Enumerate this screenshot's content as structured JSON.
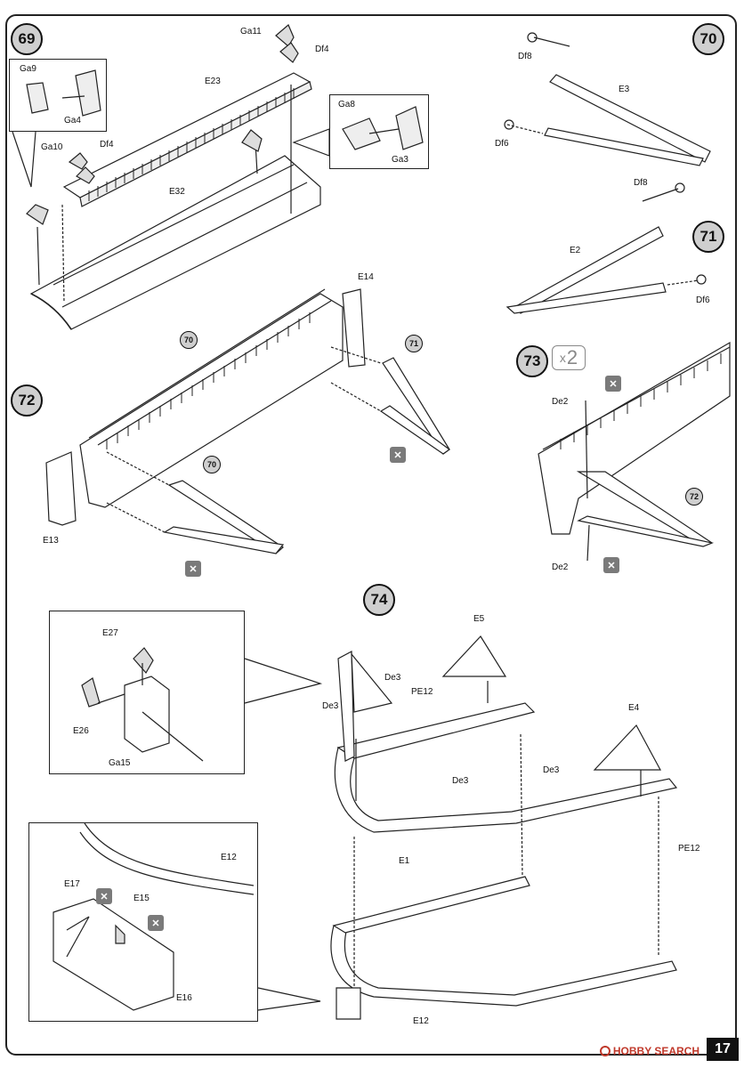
{
  "steps": {
    "s69": "69",
    "s70": "70",
    "s71": "71",
    "s72": "72",
    "s73": "73",
    "s74": "74",
    "multiplier": "2",
    "multiplier_sign": "x"
  },
  "refs": {
    "r70a": "70",
    "r71": "71",
    "r70b": "70",
    "r72": "72"
  },
  "parts": {
    "Ga11": "Ga11",
    "Df4_top": "Df4",
    "Ga9": "Ga9",
    "Ga4": "Ga4",
    "E23": "E23",
    "Ga8": "Ga8",
    "Ga3": "Ga3",
    "Ga10": "Ga10",
    "Df4_left": "Df4",
    "E32": "E32",
    "Df8_a": "Df8",
    "E3": "E3",
    "Df6_a": "Df6",
    "Df8_b": "Df8",
    "E2": "E2",
    "Df6_b": "Df6",
    "E14": "E14",
    "E13": "E13",
    "De2_a": "De2",
    "De2_b": "De2",
    "E27": "E27",
    "E26": "E26",
    "Ga15": "Ga15",
    "E5": "E5",
    "De3_a": "De3",
    "PE12_a": "PE12",
    "De3_b": "De3",
    "E4": "E4",
    "De3_c": "De3",
    "De3_d": "De3",
    "E1": "E1",
    "PE12_b": "PE12",
    "E12_inset": "E12",
    "E17": "E17",
    "E15": "E15",
    "E16": "E16",
    "E12_main": "E12"
  },
  "warning_glyph": "✕",
  "page_number": "17",
  "watermark": "HOBBY SEARCH"
}
